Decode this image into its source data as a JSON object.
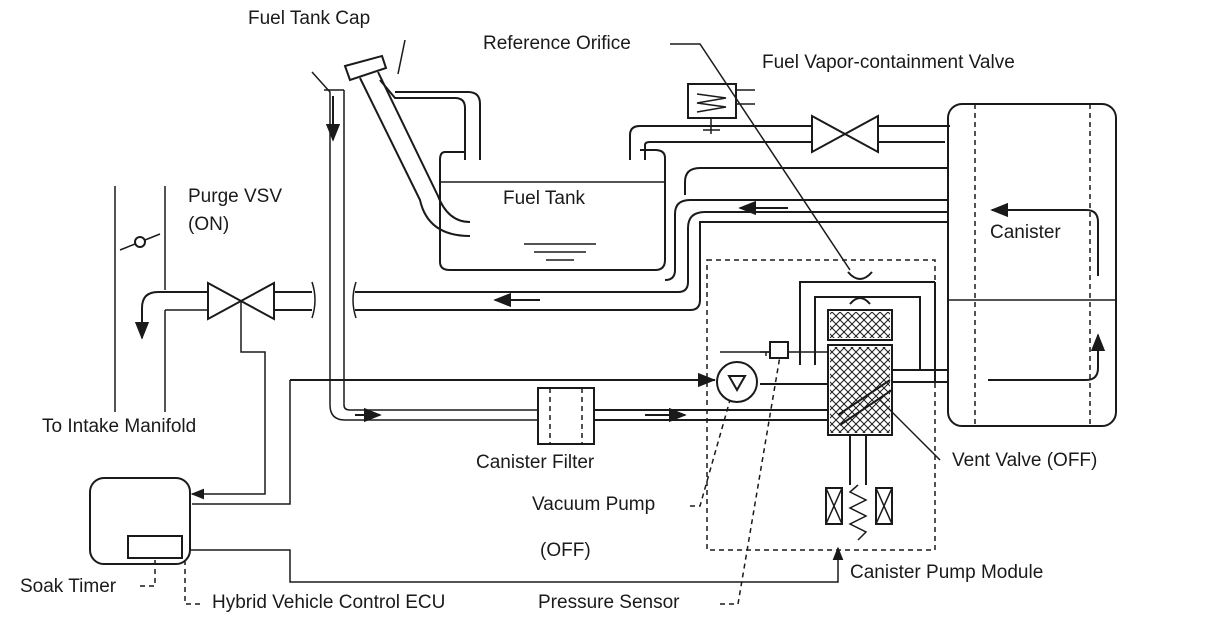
{
  "labels": {
    "fuel_tank_cap": "Fuel Tank Cap",
    "reference_orifice": "Reference Orifice",
    "fuel_vapor_valve": "Fuel Vapor-containment Valve",
    "purge_vsv": "Purge VSV",
    "purge_vsv_state": "(ON)",
    "fuel_tank": "Fuel Tank",
    "canister": "Canister",
    "to_intake_manifold": "To Intake Manifold",
    "canister_filter": "Canister Filter",
    "vent_valve": "Vent Valve (OFF)",
    "vacuum_pump": "Vacuum Pump",
    "vacuum_pump_state": "(OFF)",
    "canister_pump_module": "Canister Pump Module",
    "soak_timer": "Soak Timer",
    "hybrid_ecu": "Hybrid Vehicle Control ECU",
    "pressure_sensor": "Pressure Sensor"
  },
  "colors": {
    "line": "#1a1a1a",
    "background": "#ffffff"
  }
}
